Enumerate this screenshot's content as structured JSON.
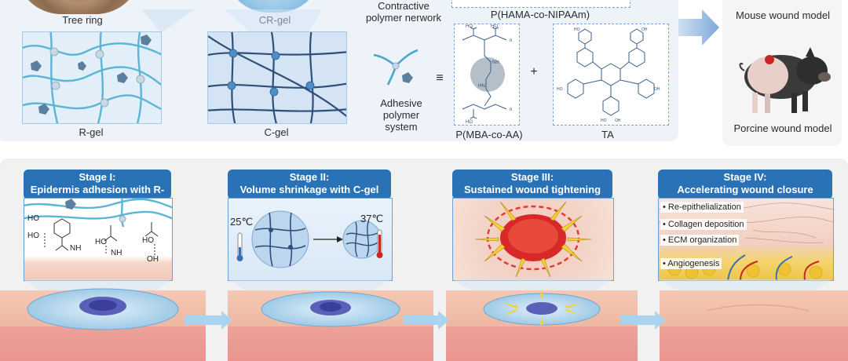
{
  "top": {
    "tree_ring_label": "Tree ring",
    "cr_gel_label": "CR-gel",
    "contractive_label": "Contractive polymer nerwork",
    "hama_label": "P(HAMA-co-NIPAAm)",
    "r_gel_label": "R-gel",
    "c_gel_label": "C-gel",
    "adhesive_label": "Adhesive polymer system",
    "equiv_symbol": "≡",
    "plus_symbol": "+",
    "mba_label": "P(MBA-co-AA)",
    "ta_label": "TA"
  },
  "models": {
    "mouse_label": "Mouse wound model",
    "porcine_label": "Porcine wound model"
  },
  "stages": [
    {
      "title": "Stage I:",
      "subtitle": "Epidermis adhesion with R-gel"
    },
    {
      "title": "Stage II:",
      "subtitle": "Volume shrinkage with C-gel",
      "temp_low": "25℃",
      "temp_high": "37℃"
    },
    {
      "title": "Stage III:",
      "subtitle": "Sustained wound tightening"
    },
    {
      "title": "Stage IV:",
      "subtitle": "Accelerating wound closure",
      "features": [
        "• Re-epithelialization",
        "• Collagen deposition",
        "• ECM organization",
        "• Angiogenesis"
      ]
    }
  ],
  "stage1_chem": {
    "ho1": "HO",
    "ho2": "HO",
    "nh1": "NH",
    "ho3": "HO",
    "nh2": "NH",
    "ho4": "HO",
    "oh": "OH"
  },
  "colors": {
    "accent": "#2a72b6",
    "gel": "#4aa7c9",
    "wound": "#d8282a",
    "skin": "#f0c0aa"
  }
}
